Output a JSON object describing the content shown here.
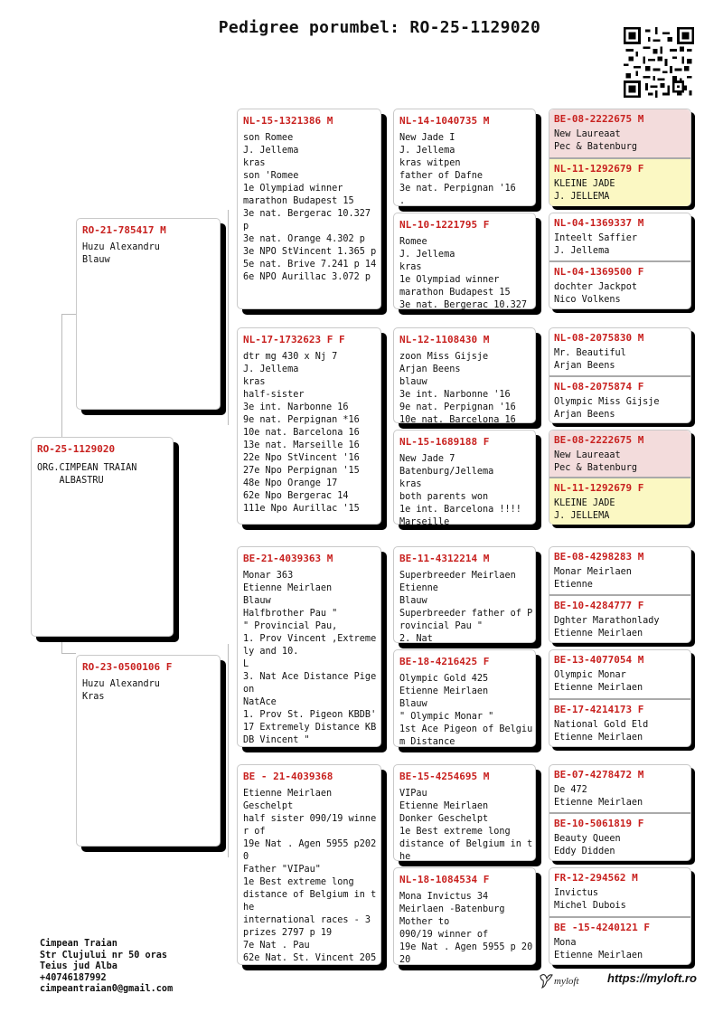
{
  "title": "Pedigree porumbel: RO-25-1129020",
  "subject": {
    "ring": "RO-25-1129020",
    "lines": [
      "ORG.CIMPEAN TRAIAN",
      "",
      "    ALBASTRU"
    ]
  },
  "father": {
    "ring": "RO-21-785417 M",
    "lines": [
      "",
      "Huzu Alexandru",
      "Blauw"
    ]
  },
  "mother": {
    "ring": "RO-23-0500106 F",
    "lines": [
      "",
      "Huzu Alexandru",
      "Kras"
    ]
  },
  "gen2": [
    {
      "ring": "NL-15-1321386 M",
      "lines": [
        "son Romee",
        "J. Jellema",
        "kras",
        "son 'Romee",
        "1e Olympiad winner",
        "marathon Budapest 15",
        "3e nat. Bergerac 10.327",
        "p",
        "3e nat. Orange 4.302 p",
        "3e NPO StVincent 1.365 p",
        "5e nat. Brive 7.241 p 14",
        "6e NPO Aurillac 3.072 p"
      ]
    },
    {
      "ring": "NL-17-1732623 F F",
      "lines": [
        "dtr mg 430 x Nj 7",
        "J. Jellema",
        "kras",
        "half-sister",
        "3e int. Narbonne 16",
        "9e nat. Perpignan *16",
        "10e nat. Barcelona 16",
        "13e nat. Marseille 16",
        "22e Npo StVincent '16",
        "27e Npo Perpignan '15",
        "48e Npo Orange 17",
        "62e Npo Bergerac 14",
        "111e Npo Aurillac '15"
      ]
    },
    {
      "ring": "BE-21-4039363 M",
      "lines": [
        "Monar 363",
        "Etienne Meirlaen",
        "Blauw",
        "Halfbrother Pau \"",
        "\" Provincial Pau,",
        "1. Prov Vincent ,Extreme",
        "ly and 10.",
        "L",
        "3. Nat Ace Distance Pige",
        "on",
        "NatAce",
        "1. Prov St. Pigeon KBDB'",
        "17 Extremely Distance KB",
        "DB Vincent \""
      ]
    },
    {
      "ring": "BE - 21-4039368",
      "lines": [
        "Etienne Meirlaen",
        "Geschelpt",
        "half sister 090/19 winne",
        "r of",
        "19e Nat . Agen 5955 p202",
        "0",
        "Father \"VIPau\"",
        "1e Best extreme long",
        "distance of Belgium in t",
        "he",
        "international races - 3",
        "prizes 2797 p 19",
        "7e Nat . Pau",
        "62e Nat. St. Vincent 205"
      ]
    }
  ],
  "gen3": [
    {
      "ring": "NL-14-1040735 M",
      "lines": [
        "New Jade I",
        "J. Jellema",
        "kras witpen",
        "father of Dafne",
        "3e nat. Perpignan '16",
        "  ."
      ]
    },
    {
      "ring": "NL-10-1221795 F",
      "lines": [
        "Romee",
        "J. Jellema",
        "kras",
        "1e Olympiad winner",
        "marathon Budapest 15",
        "3e nat. Bergerac 10.327"
      ]
    },
    {
      "ring": "NL-12-1108430 M",
      "lines": [
        "zoon Miss Gijsje",
        "Arjan Beens",
        "blauw",
        "3e int. Narbonne '16",
        "9e nat. Perpignan '16",
        "10e nat. Barcelona 16"
      ]
    },
    {
      "ring": "NL-15-1689188 F",
      "lines": [
        "New Jade 7",
        "Batenburg/Jellema",
        "kras",
        "both parents won",
        "1e int. Barcelona !!!!",
        "   Marseille"
      ]
    },
    {
      "ring": "BE-11-4312214 M",
      "lines": [
        "Superbreeder Meirlaen",
        "Etienne",
        "Blauw",
        "Superbreeder father of P",
        "rovincial Pau \"",
        "2. Nat"
      ]
    },
    {
      "ring": "BE-18-4216425 F",
      "lines": [
        "Olympic Gold 425",
        "Etienne Meirlaen",
        "Blauw",
        "\" Olympic Monar \"",
        "1st Ace Pigeon of Belgiu",
        "m Distance"
      ]
    },
    {
      "ring": "BE-15-4254695 M",
      "lines": [
        "VIPau",
        "Etienne Meirlaen",
        "Donker Geschelpt",
        "1e Best extreme long",
        "distance of Belgium in t",
        "he"
      ]
    },
    {
      "ring": "NL-18-1084534 F",
      "lines": [
        "Mona Invictus 34",
        "Meirlaen -Batenburg",
        "Mother to",
        "090/19 winner of",
        "19e Nat . Agen 5955 p 20",
        "20"
      ]
    }
  ],
  "gen4": [
    {
      "ring": "BE-08-2222675 M",
      "lines": [
        "New Laureaat",
        "Pec & Batenburg"
      ],
      "bg": "pink"
    },
    {
      "ring": "NL-11-1292679 F",
      "lines": [
        "KLEINE JADE",
        "J. JELLEMA"
      ],
      "bg": "yellow"
    },
    {
      "ring": "NL-04-1369337 M",
      "lines": [
        "Inteelt Saffier",
        "J. Jellema"
      ],
      "bg": "white"
    },
    {
      "ring": "NL-04-1369500 F",
      "lines": [
        "dochter Jackpot",
        "Nico Volkens"
      ],
      "bg": "white"
    },
    {
      "ring": "NL-08-2075830 M",
      "lines": [
        "Mr. Beautiful",
        "Arjan Beens"
      ],
      "bg": "white"
    },
    {
      "ring": "NL-08-2075874 F",
      "lines": [
        "Olympic Miss Gijsje",
        "Arjan Beens"
      ],
      "bg": "white"
    },
    {
      "ring": "BE-08-2222675 M",
      "lines": [
        "New Laureaat",
        "Pec & Batenburg"
      ],
      "bg": "pink"
    },
    {
      "ring": "NL-11-1292679 F",
      "lines": [
        "KLEINE JADE",
        "J. JELLEMA"
      ],
      "bg": "yellow"
    },
    {
      "ring": "BE-08-4298283 M",
      "lines": [
        "Monar Meirlaen",
        "Etienne"
      ],
      "bg": "white"
    },
    {
      "ring": "BE-10-4284777 F",
      "lines": [
        "Dghter Marathonlady",
        "Etienne Meirlaen"
      ],
      "bg": "white"
    },
    {
      "ring": "BE-13-4077054 M",
      "lines": [
        "Olympic Monar",
        "Etienne Meirlaen"
      ],
      "bg": "white"
    },
    {
      "ring": "BE-17-4214173 F",
      "lines": [
        "National Gold Eld",
        "Etienne Meirlaen"
      ],
      "bg": "white"
    },
    {
      "ring": "BE-07-4278472 M",
      "lines": [
        "De 472",
        "Etienne Meirlaen"
      ],
      "bg": "white"
    },
    {
      "ring": "BE-10-5061819 F",
      "lines": [
        "Beauty Queen",
        "Eddy Didden"
      ],
      "bg": "white"
    },
    {
      "ring": "FR-12-294562 M",
      "lines": [
        "Invictus",
        "Michel Dubois"
      ],
      "bg": "white"
    },
    {
      "ring": "BE -15-4240121 F",
      "lines": [
        "Mona",
        "Etienne Meirlaen"
      ],
      "bg": "white"
    }
  ],
  "footer": {
    "lines": [
      "Cimpean Traian",
      "Str Clujului nr 50 oras",
      "Teius jud Alba",
      "+40746187992",
      "cimpeantraian0@gmail.com"
    ]
  },
  "brand": {
    "logo_text": "myloft",
    "site": "https://myloft.ro"
  }
}
